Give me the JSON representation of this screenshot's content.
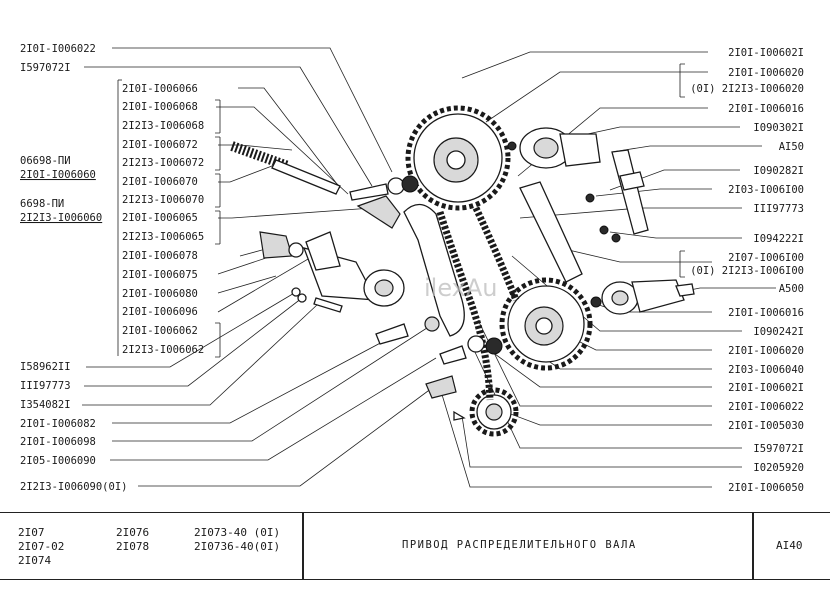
{
  "labels_left": [
    {
      "id": "l1",
      "text": "2I0I-I006022"
    },
    {
      "id": "l2",
      "text": "I597072I"
    },
    {
      "id": "l3",
      "text": "2I0I-I006066"
    },
    {
      "id": "l4",
      "text": "2I0I-I006068"
    },
    {
      "id": "l5",
      "text": "2I2I3-I006068"
    },
    {
      "id": "l6",
      "text": "2I0I-I006072"
    },
    {
      "id": "l7",
      "text": "2I2I3-I006072"
    },
    {
      "id": "l8",
      "text": "06698-ПИ"
    },
    {
      "id": "l9",
      "text": "2I0I-I006060"
    },
    {
      "id": "l10",
      "text": "2I0I-I006070"
    },
    {
      "id": "l11",
      "text": "2I2I3-I006070"
    },
    {
      "id": "l12",
      "text": "6698-ПИ"
    },
    {
      "id": "l13",
      "text": "2I2I3-I006060"
    },
    {
      "id": "l14",
      "text": "2I0I-I006065"
    },
    {
      "id": "l15",
      "text": "2I2I3-I006065"
    },
    {
      "id": "l16",
      "text": "2I0I-I006078"
    },
    {
      "id": "l17",
      "text": "2I0I-I006075"
    },
    {
      "id": "l18",
      "text": "2I0I-I006080"
    },
    {
      "id": "l19",
      "text": "2I0I-I006096"
    },
    {
      "id": "l20",
      "text": "2I0I-I006062"
    },
    {
      "id": "l21",
      "text": "2I2I3-I006062"
    },
    {
      "id": "l22",
      "text": "I58962II"
    },
    {
      "id": "l23",
      "text": "III97773"
    },
    {
      "id": "l24",
      "text": "I354082I"
    },
    {
      "id": "l25",
      "text": "2I0I-I006082"
    },
    {
      "id": "l26",
      "text": "2I0I-I006098"
    },
    {
      "id": "l27",
      "text": "2I05-I006090"
    },
    {
      "id": "l28",
      "text": "2I2I3-I006090(0I)"
    }
  ],
  "labels_right": [
    {
      "id": "r1",
      "text": "2I0I-I00602I"
    },
    {
      "id": "r2",
      "text": "2I0I-I006020"
    },
    {
      "id": "r3",
      "text": "(0I) 2I2I3-I006020"
    },
    {
      "id": "r4",
      "text": "2I0I-I006016"
    },
    {
      "id": "r5",
      "text": "I090302I"
    },
    {
      "id": "r6",
      "text": "AI50"
    },
    {
      "id": "r7",
      "text": "I090282I"
    },
    {
      "id": "r8",
      "text": "2I03-I006I00"
    },
    {
      "id": "r9",
      "text": "III97773"
    },
    {
      "id": "r10",
      "text": "I094222I"
    },
    {
      "id": "r11",
      "text": "2I07-I006I00"
    },
    {
      "id": "r12",
      "text": "(0I) 2I2I3-I006I00"
    },
    {
      "id": "r13",
      "text": "A500"
    },
    {
      "id": "r14",
      "text": "2I0I-I006016"
    },
    {
      "id": "r15",
      "text": "I090242I"
    },
    {
      "id": "r16",
      "text": "2I0I-I006020"
    },
    {
      "id": "r17",
      "text": "2I03-I006040"
    },
    {
      "id": "r18",
      "text": "2I0I-I00602I"
    },
    {
      "id": "r19",
      "text": "2I0I-I006022"
    },
    {
      "id": "r20",
      "text": "2I0I-I005030"
    },
    {
      "id": "r21",
      "text": "I597072I"
    },
    {
      "id": "r22",
      "text": "I0205920"
    },
    {
      "id": "r23",
      "text": "2I0I-I006050"
    }
  ],
  "watermark": "ilexAu",
  "title_block": {
    "models_col1": [
      "2I07",
      "2I07-02",
      "2I074"
    ],
    "models_col2": [
      "2I076",
      "2I078"
    ],
    "models_col3": [
      "2I073-40 (0I)",
      "2I0736-40(0I)"
    ],
    "title": "ПРИВОД  РАСПРЕДЕЛИТЕЛЬНОГО  ВАЛА",
    "code": "AI40"
  }
}
